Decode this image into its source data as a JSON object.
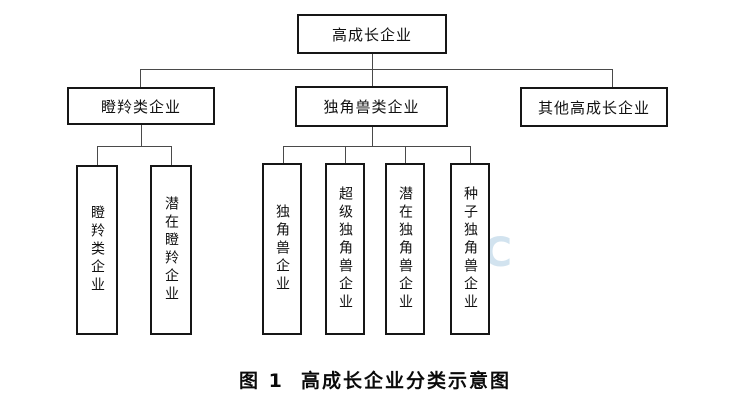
{
  "diagram": {
    "root": {
      "label": "高成长企业"
    },
    "level2": [
      {
        "label": "瞪羚类企业"
      },
      {
        "label": "独角兽类企业"
      },
      {
        "label": "其他高成长企业"
      }
    ],
    "leaves": [
      {
        "label": "瞪羚类企业"
      },
      {
        "label": "潜在瞪羚企业"
      },
      {
        "label": "独角兽企业"
      },
      {
        "label": "超级独角兽企业"
      },
      {
        "label": "潜在独角兽企业"
      },
      {
        "label": "种子独角兽企业"
      }
    ],
    "caption": "图 1  高成长企业分类示意图",
    "watermark_text": "SC"
  },
  "colors": {
    "box_border": "#161616",
    "connector": "#4a4a4a",
    "watermark": "#aecde2",
    "background": "#ffffff"
  }
}
